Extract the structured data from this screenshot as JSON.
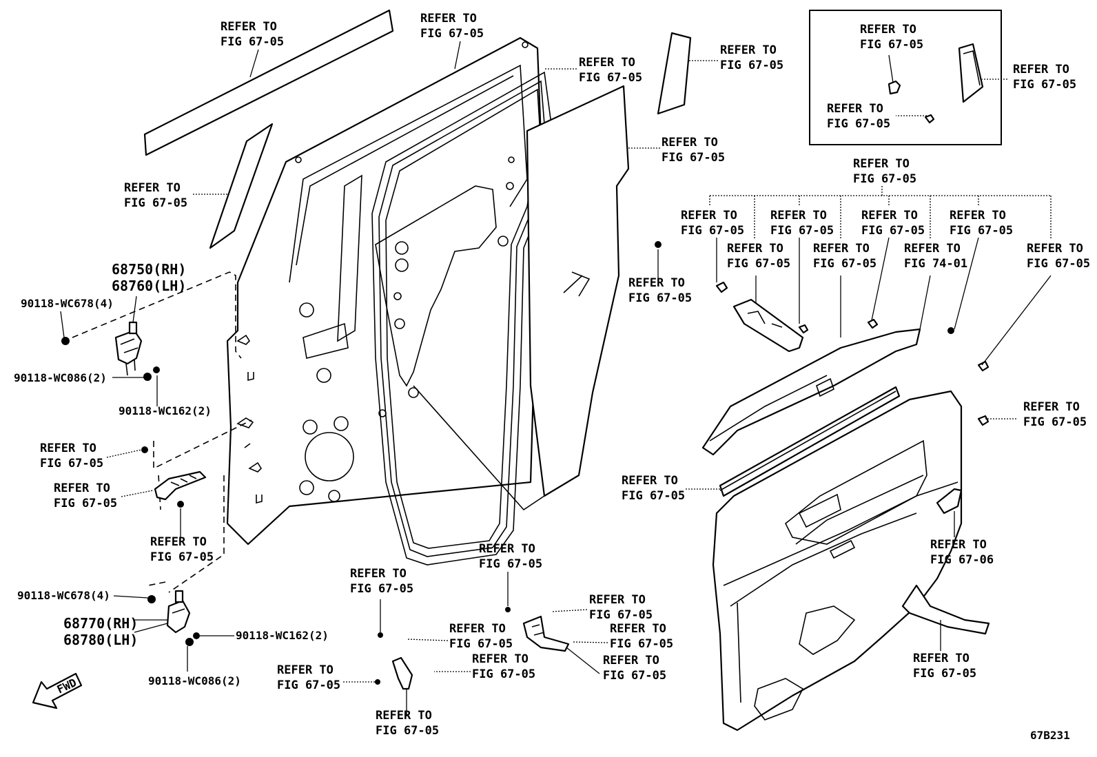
{
  "figure_code": "67B231",
  "fwd_label": "FWD",
  "refer": {
    "line1": "REFER TO",
    "fig_67_05": "FIG 67-05",
    "fig_67_06": "FIG 67-06",
    "fig_74_01": "FIG 74-01"
  },
  "parts": {
    "upper_hinge_rh": "68750(RH)",
    "upper_hinge_lh": "68760(LH)",
    "lower_hinge_rh": "68770(RH)",
    "lower_hinge_lh": "68780(LH)",
    "bolt_wc678": "90118-WC678(4)",
    "nut_wc086": "90118-WC086(2)",
    "bolt_wc162": "90118-WC162(2)"
  }
}
